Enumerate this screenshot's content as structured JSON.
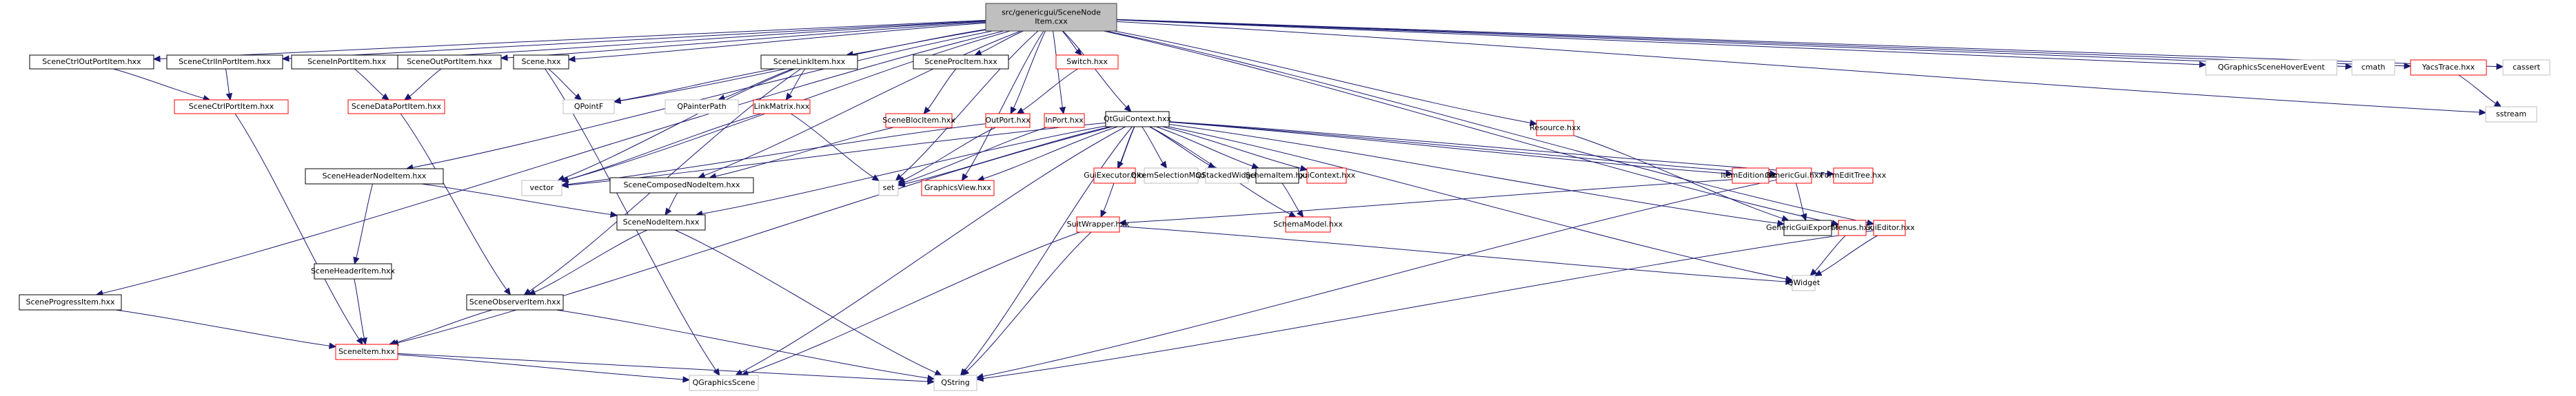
{
  "title": "src/genericgui/SceneNodeItem.cxx",
  "colors": {
    "edge": "#191970",
    "root_fill": "#bfbfbf",
    "documented_border": "#000000",
    "undocumented_border": "#ff0000",
    "external_border": "#bfbfbf"
  },
  "nodes": [
    {
      "id": "root",
      "label": [
        "src/genericgui/SceneNode",
        "Item.cxx"
      ],
      "kind": "root"
    },
    {
      "id": "SceneCtrlOutPortItem",
      "label": [
        "SceneCtrlOutPortItem.hxx"
      ],
      "kind": "doc"
    },
    {
      "id": "SceneCtrlInPortItem",
      "label": [
        "SceneCtrlInPortItem.hxx"
      ],
      "kind": "doc"
    },
    {
      "id": "SceneInPortItem",
      "label": [
        "SceneInPortItem.hxx"
      ],
      "kind": "doc"
    },
    {
      "id": "SceneOutPortItem",
      "label": [
        "SceneOutPortItem.hxx"
      ],
      "kind": "doc"
    },
    {
      "id": "Scene",
      "label": [
        "Scene.hxx"
      ],
      "kind": "doc"
    },
    {
      "id": "SceneLinkItem",
      "label": [
        "SceneLinkItem.hxx"
      ],
      "kind": "doc"
    },
    {
      "id": "SceneProcItem",
      "label": [
        "SceneProcItem.hxx"
      ],
      "kind": "doc"
    },
    {
      "id": "Switch",
      "label": [
        "Switch.hxx"
      ],
      "kind": "red"
    },
    {
      "id": "QGraphicsSceneHoverEvent",
      "label": [
        "QGraphicsSceneHoverEvent"
      ],
      "kind": "ext"
    },
    {
      "id": "cmath",
      "label": [
        "cmath"
      ],
      "kind": "ext"
    },
    {
      "id": "YacsTrace",
      "label": [
        "YacsTrace.hxx"
      ],
      "kind": "red"
    },
    {
      "id": "cassert",
      "label": [
        "cassert"
      ],
      "kind": "ext"
    },
    {
      "id": "sstream",
      "label": [
        "sstream"
      ],
      "kind": "ext"
    },
    {
      "id": "SceneCtrlPortItem",
      "label": [
        "SceneCtrlPortItem.hxx"
      ],
      "kind": "red"
    },
    {
      "id": "SceneDataPortItem",
      "label": [
        "SceneDataPortItem.hxx"
      ],
      "kind": "red"
    },
    {
      "id": "QPointF",
      "label": [
        "QPointF"
      ],
      "kind": "ext"
    },
    {
      "id": "QPainterPath",
      "label": [
        "QPainterPath"
      ],
      "kind": "ext"
    },
    {
      "id": "LinkMatrix",
      "label": [
        "LinkMatrix.hxx"
      ],
      "kind": "red"
    },
    {
      "id": "SceneBlocItem",
      "label": [
        "SceneBlocItem.hxx"
      ],
      "kind": "red"
    },
    {
      "id": "OutPort",
      "label": [
        "OutPort.hxx"
      ],
      "kind": "red"
    },
    {
      "id": "InPort",
      "label": [
        "InPort.hxx"
      ],
      "kind": "red"
    },
    {
      "id": "QtGuiContext",
      "label": [
        "QtGuiContext.hxx"
      ],
      "kind": "doc"
    },
    {
      "id": "Resource",
      "label": [
        "Resource.hxx"
      ],
      "kind": "red"
    },
    {
      "id": "SceneHeaderNodeItem",
      "label": [
        "SceneHeaderNodeItem.hxx"
      ],
      "kind": "doc"
    },
    {
      "id": "vector",
      "label": [
        "vector"
      ],
      "kind": "ext"
    },
    {
      "id": "SceneComposedNodeItem",
      "label": [
        "SceneComposedNodeItem.hxx"
      ],
      "kind": "doc"
    },
    {
      "id": "set",
      "label": [
        "set"
      ],
      "kind": "ext"
    },
    {
      "id": "GraphicsView",
      "label": [
        "GraphicsView.hxx"
      ],
      "kind": "red"
    },
    {
      "id": "GuiExecutor",
      "label": [
        "GuiExecutor.hxx"
      ],
      "kind": "red"
    },
    {
      "id": "QItemSelectionModel",
      "label": [
        "QItemSelectionModel"
      ],
      "kind": "ext"
    },
    {
      "id": "QStackedWidget",
      "label": [
        "QStackedWidget"
      ],
      "kind": "ext"
    },
    {
      "id": "SchemaItem",
      "label": [
        "SchemaItem.hxx"
      ],
      "kind": "doc"
    },
    {
      "id": "guiContext",
      "label": [
        "guiContext.hxx"
      ],
      "kind": "red"
    },
    {
      "id": "ItemEdition",
      "label": [
        "ItemEdition.hxx"
      ],
      "kind": "red"
    },
    {
      "id": "GenericGui",
      "label": [
        "GenericGui.hxx"
      ],
      "kind": "red"
    },
    {
      "id": "FormEditTree",
      "label": [
        "FormEditTree.hxx"
      ],
      "kind": "red"
    },
    {
      "id": "GuiEditor",
      "label": [
        "GuiEditor.hxx"
      ],
      "kind": "red"
    },
    {
      "id": "SceneNodeItem",
      "label": [
        "SceneNodeItem.hxx"
      ],
      "kind": "doc"
    },
    {
      "id": "SuitWrapper",
      "label": [
        "SuitWrapper.hxx"
      ],
      "kind": "red"
    },
    {
      "id": "SchemaModel",
      "label": [
        "SchemaModel.hxx"
      ],
      "kind": "red"
    },
    {
      "id": "GenericGuiExport",
      "label": [
        "GenericGuiExport.hxx"
      ],
      "kind": "doc"
    },
    {
      "id": "Menus",
      "label": [
        "Menus.hxx"
      ],
      "kind": "red"
    },
    {
      "id": "SceneHeaderItem",
      "label": [
        "SceneHeaderItem.hxx"
      ],
      "kind": "doc"
    },
    {
      "id": "SceneProgressItem",
      "label": [
        "SceneProgressItem.hxx"
      ],
      "kind": "doc"
    },
    {
      "id": "SceneObserverItem",
      "label": [
        "SceneObserverItem.hxx"
      ],
      "kind": "doc"
    },
    {
      "id": "QWidget",
      "label": [
        "QWidget"
      ],
      "kind": "ext"
    },
    {
      "id": "SceneItem",
      "label": [
        "SceneItem.hxx"
      ],
      "kind": "red"
    },
    {
      "id": "QGraphicsScene",
      "label": [
        "QGraphicsScene"
      ],
      "kind": "ext"
    },
    {
      "id": "QString",
      "label": [
        "QString"
      ],
      "kind": "ext"
    }
  ],
  "edges": [
    [
      "root",
      "SceneCtrlOutPortItem"
    ],
    [
      "root",
      "SceneCtrlInPortItem"
    ],
    [
      "root",
      "SceneInPortItem"
    ],
    [
      "root",
      "SceneOutPortItem"
    ],
    [
      "root",
      "Scene"
    ],
    [
      "root",
      "SceneLinkItem"
    ],
    [
      "root",
      "SceneProcItem"
    ],
    [
      "root",
      "Switch"
    ],
    [
      "root",
      "QGraphicsSceneHoverEvent"
    ],
    [
      "root",
      "cmath"
    ],
    [
      "root",
      "YacsTrace"
    ],
    [
      "root",
      "cassert"
    ],
    [
      "root",
      "sstream"
    ],
    [
      "root",
      "SceneProgressItem"
    ],
    [
      "root",
      "SceneHeaderNodeItem"
    ],
    [
      "root",
      "QPointF"
    ],
    [
      "root",
      "vector"
    ],
    [
      "root",
      "set"
    ],
    [
      "root",
      "OutPort"
    ],
    [
      "root",
      "InPort"
    ],
    [
      "root",
      "QtGuiContext"
    ],
    [
      "root",
      "Resource"
    ],
    [
      "root",
      "GuiEditor"
    ],
    [
      "root",
      "Menus"
    ],
    [
      "root",
      "GraphicsView"
    ],
    [
      "root",
      "SceneComposedNodeItem"
    ],
    [
      "SceneCtrlOutPortItem",
      "SceneCtrlPortItem"
    ],
    [
      "SceneCtrlInPortItem",
      "SceneCtrlPortItem"
    ],
    [
      "SceneInPortItem",
      "SceneDataPortItem"
    ],
    [
      "SceneOutPortItem",
      "SceneDataPortItem"
    ],
    [
      "Scene",
      "QGraphicsScene"
    ],
    [
      "Scene",
      "QPointF"
    ],
    [
      "SceneLinkItem",
      "QPointF"
    ],
    [
      "SceneLinkItem",
      "QPainterPath"
    ],
    [
      "SceneLinkItem",
      "LinkMatrix"
    ],
    [
      "SceneLinkItem",
      "vector"
    ],
    [
      "SceneLinkItem",
      "SceneObserverItem"
    ],
    [
      "SceneProcItem",
      "SceneBlocItem"
    ],
    [
      "Switch",
      "OutPort"
    ],
    [
      "YacsTrace",
      "sstream"
    ],
    [
      "SceneCtrlPortItem",
      "SceneItem"
    ],
    [
      "SceneDataPortItem",
      "SceneObserverItem"
    ],
    [
      "LinkMatrix",
      "set"
    ],
    [
      "LinkMatrix",
      "vector"
    ],
    [
      "SceneBlocItem",
      "SceneComposedNodeItem"
    ],
    [
      "OutPort",
      "set"
    ],
    [
      "OutPort",
      "vector"
    ],
    [
      "InPort",
      "set"
    ],
    [
      "QtGuiContext",
      "vector"
    ],
    [
      "QtGuiContext",
      "set"
    ],
    [
      "QtGuiContext",
      "GraphicsView"
    ],
    [
      "QtGuiContext",
      "GuiExecutor"
    ],
    [
      "QtGuiContext",
      "QItemSelectionModel"
    ],
    [
      "QtGuiContext",
      "QStackedWidget"
    ],
    [
      "QtGuiContext",
      "SchemaItem"
    ],
    [
      "QtGuiContext",
      "guiContext"
    ],
    [
      "QtGuiContext",
      "ItemEdition"
    ],
    [
      "QtGuiContext",
      "GenericGui"
    ],
    [
      "QtGuiContext",
      "FormEditTree"
    ],
    [
      "QtGuiContext",
      "SuitWrapper"
    ],
    [
      "QtGuiContext",
      "SchemaModel"
    ],
    [
      "QtGuiContext",
      "GenericGuiExport"
    ],
    [
      "QtGuiContext",
      "QWidget"
    ],
    [
      "QtGuiContext",
      "QString"
    ],
    [
      "QtGuiContext",
      "QGraphicsScene"
    ],
    [
      "QtGuiContext",
      "SceneItem"
    ],
    [
      "QtGuiContext",
      "SceneNodeItem"
    ],
    [
      "Resource",
      "GenericGuiExport"
    ],
    [
      "SceneHeaderNodeItem",
      "SceneHeaderItem"
    ],
    [
      "SceneHeaderNodeItem",
      "SceneNodeItem"
    ],
    [
      "SceneComposedNodeItem",
      "SceneNodeItem"
    ],
    [
      "SchemaItem",
      "SchemaModel"
    ],
    [
      "GenericGui",
      "GenericGuiExport"
    ],
    [
      "GenericGui",
      "SuitWrapper"
    ],
    [
      "GenericGui",
      "QString"
    ],
    [
      "GuiEditor",
      "QWidget"
    ],
    [
      "GuiEditor",
      "QString"
    ],
    [
      "Menus",
      "QWidget"
    ],
    [
      "SceneNodeItem",
      "SceneObserverItem"
    ],
    [
      "SceneNodeItem",
      "QString"
    ],
    [
      "SuitWrapper",
      "QWidget"
    ],
    [
      "SuitWrapper",
      "QString"
    ],
    [
      "SuitWrapper",
      "QGraphicsScene"
    ],
    [
      "SceneHeaderItem",
      "SceneItem"
    ],
    [
      "SceneProgressItem",
      "SceneItem"
    ],
    [
      "SceneObserverItem",
      "SceneItem"
    ],
    [
      "SceneObserverItem",
      "QString"
    ],
    [
      "SceneItem",
      "QGraphicsScene"
    ],
    [
      "SceneItem",
      "QString"
    ]
  ]
}
